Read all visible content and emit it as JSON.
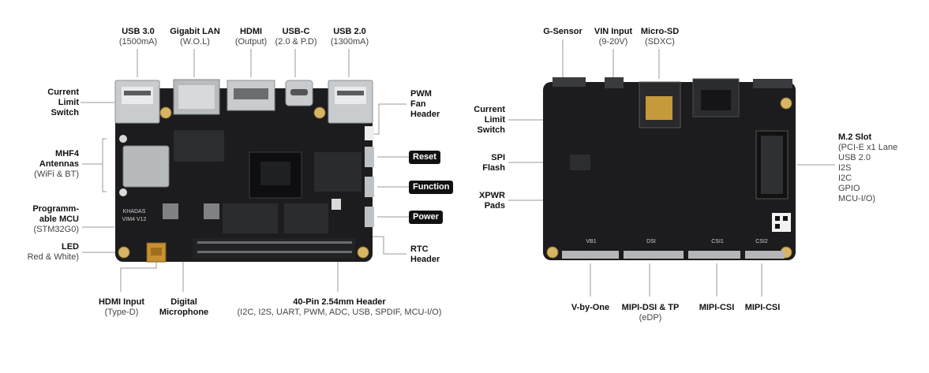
{
  "left_labels": {
    "usb3": {
      "title": "USB 3.0",
      "sub": "(1500mA)"
    },
    "lan": {
      "title": "Gigabit LAN",
      "sub": "(W.O.L)"
    },
    "hdmi": {
      "title": "HDMI",
      "sub": "(Output)"
    },
    "usbc": {
      "title": "USB-C",
      "sub": "(2.0 & P.D)"
    },
    "usb2": {
      "title": "USB 2.0",
      "sub": "(1300mA)"
    },
    "current_limit": {
      "l1": "Current",
      "l2": "Limit",
      "l3": "Switch"
    },
    "mhf4": {
      "l1": "MHF4",
      "l2": "Antennas",
      "sub": "(WiFi & BT)"
    },
    "mcu": {
      "l1": "Programm-",
      "l2": "able MCU",
      "sub": "(STM32G0)"
    },
    "led": {
      "title": "LED",
      "sub": "Red & White)"
    },
    "hdmi_in": {
      "title": "HDMI Input",
      "sub": "(Type-D)"
    },
    "mic": {
      "l1": "Digital",
      "l2": "Microphone"
    },
    "pin40": {
      "title": "40-Pin 2.54mm Header",
      "sub": "(I2C, I2S, UART, PWM, ADC, USB, SPDIF, MCU-I/O)"
    },
    "pwm_fan": {
      "l1": "PWM",
      "l2": "Fan",
      "l3": "Header"
    },
    "rtc": {
      "l1": "RTC",
      "l2": "Header"
    },
    "buttons": {
      "reset": "Reset",
      "function": "Function",
      "power": "Power"
    }
  },
  "right_labels": {
    "gsensor": {
      "title": "G-Sensor"
    },
    "vin": {
      "title": "VIN Input",
      "sub": "(9-20V)"
    },
    "microsd": {
      "title": "Micro-SD",
      "sub": "(SDXC)"
    },
    "current_limit": {
      "l1": "Current",
      "l2": "Limit",
      "l3": "Switch"
    },
    "spi": {
      "l1": "SPI",
      "l2": "Flash"
    },
    "xpwr": {
      "l1": "XPWR",
      "l2": "Pads"
    },
    "m2": {
      "title": "M.2 Slot",
      "lines": [
        "(PCI-E x1 Lane",
        "USB 2.0",
        "I2S",
        "I2C",
        "GPIO",
        "MCU-I/O)"
      ]
    },
    "vbyone": {
      "title": "V-by-One"
    },
    "mipi_dsi": {
      "title": "MIPI-DSI & TP",
      "sub": "(eDP)"
    },
    "mipi_csi1": {
      "title": "MIPI-CSI"
    },
    "mipi_csi2": {
      "title": "MIPI-CSI"
    }
  },
  "board_text": {
    "front_brand": "KHADAS",
    "front_model": "VIM4 V12",
    "back_conn": [
      "VB1",
      "DSI",
      "CSI1",
      "CSI2"
    ]
  },
  "colors": {
    "pcb": "#1c1c1e",
    "metal": "#cfd2d4",
    "gold": "#c8902f",
    "line": "#9a9a9a"
  }
}
